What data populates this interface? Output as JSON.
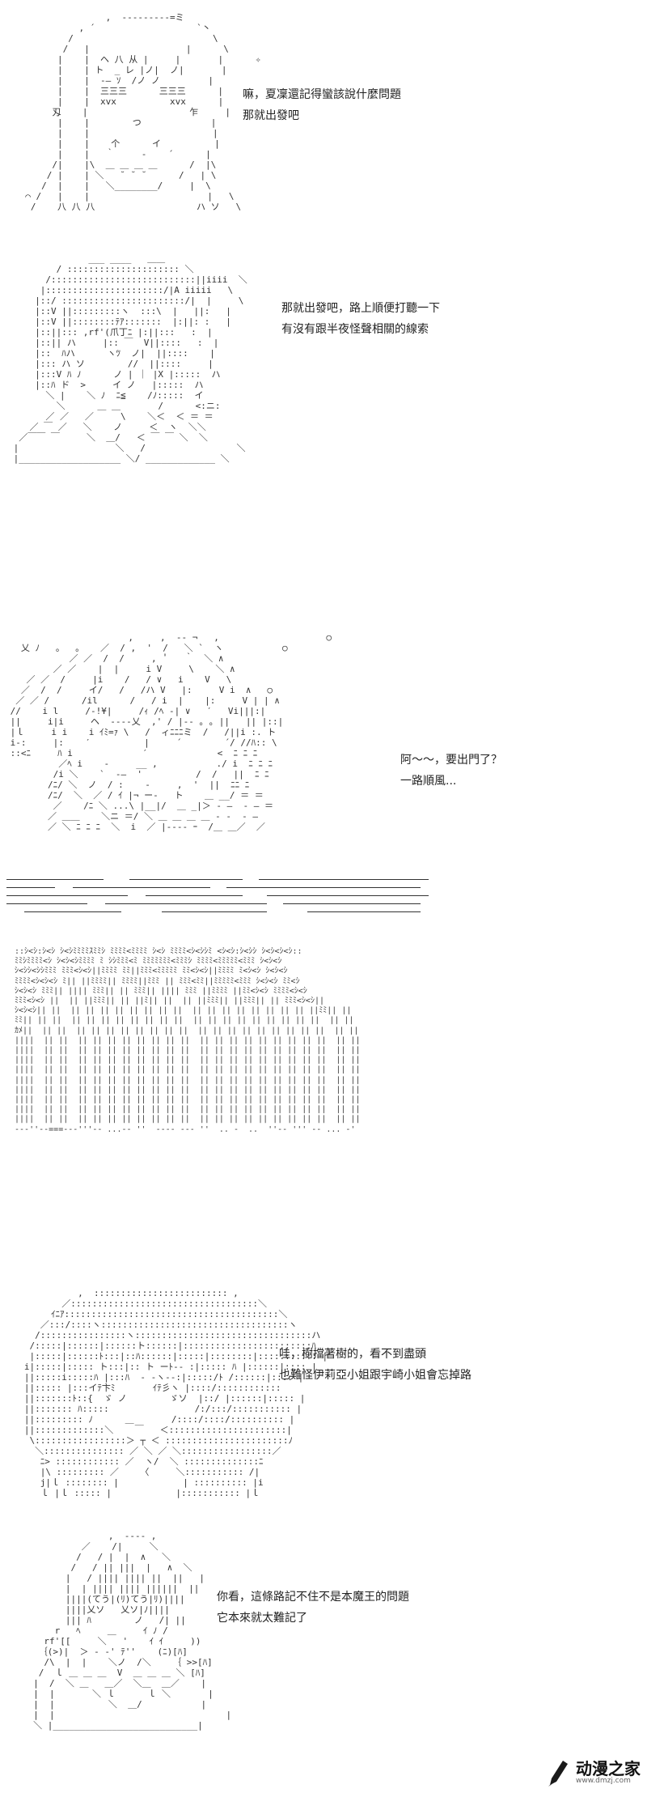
{
  "panel1": {
    "lines": [
      "嘛，夏凜還記得蠻該說什麼問題",
      "那就出發吧"
    ]
  },
  "panel2": {
    "lines": [
      "那就出發吧，路上順便打聽一下",
      "有沒有跟半夜怪聲相關的線索"
    ]
  },
  "panel3": {
    "lines": [
      "阿〜〜，要出門了？",
      "一路順風..."
    ]
  },
  "panel5": {
    "lines": [
      "哇，樹擋著樹的，看不到盡頭",
      "也難怪伊莉亞小姐跟宇崎小姐會忘掉路"
    ]
  },
  "panel6": {
    "lines": [
      "你看，這條路記不住不是本魔王的問題",
      "它本來就太難記了"
    ]
  },
  "watermark": {
    "title": "动漫之家",
    "url": "www.dmzj.com"
  }
}
